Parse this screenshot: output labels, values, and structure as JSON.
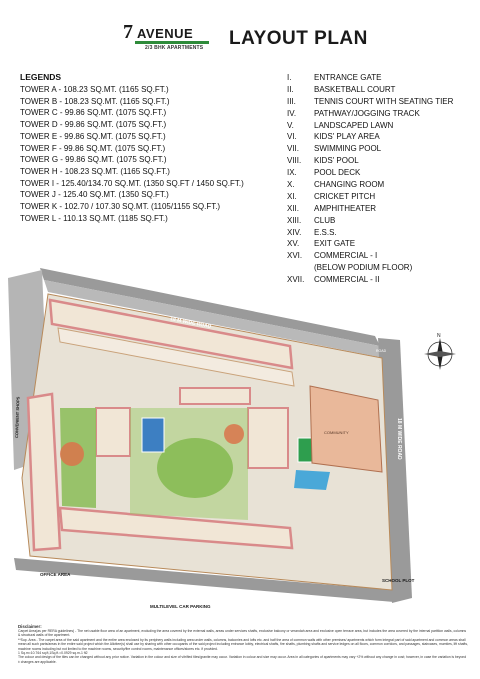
{
  "brand": {
    "mark": "7",
    "name": "AVENUE",
    "tagline": "2/3 BHK APARTMENTS"
  },
  "title": "LAYOUT PLAN",
  "legends": {
    "heading": "LEGENDS",
    "towers": [
      "TOWER A - 108.23 SQ.MT. (1165 SQ.FT.)",
      "TOWER B - 108.23 SQ.MT. (1165 SQ.FT.)",
      "TOWER C - 99.86 SQ.MT. (1075 SQ.FT.)",
      "TOWER D - 99.86 SQ.MT. (1075 SQ.FT.)",
      "TOWER E - 99.86 SQ.MT. (1075 SQ.FT.)",
      "TOWER F - 99.86 SQ.MT. (1075 SQ.FT.)",
      "TOWER G - 99.86 SQ.MT. (1075 SQ.FT.)",
      "TOWER H - 108.23 SQ.MT. (1165 SQ.FT.)",
      "TOWER I - 125.40/134.70 SQ.MT. (1350 SQ.FT / 1450 SQ.FT.)",
      "TOWER J - 125.40 SQ.MT. (1350 SQ.FT.)",
      "TOWER K - 102.70 / 107.30 SQ.MT. (1105/1155 SQ.FT.)",
      "TOWER L - 110.13 SQ.MT. (1185 SQ.FT.)"
    ]
  },
  "amenities": [
    {
      "num": "I.",
      "label": "ENTRANCE GATE"
    },
    {
      "num": "II.",
      "label": "BASKETBALL COURT"
    },
    {
      "num": "III.",
      "label": "TENNIS COURT WITH SEATING TIER"
    },
    {
      "num": "IV.",
      "label": "PATHWAY/JOGGING TRACK"
    },
    {
      "num": "V.",
      "label": "LANDSCAPED LAWN"
    },
    {
      "num": "VI.",
      "label": "KIDS' PLAY AREA"
    },
    {
      "num": "VII.",
      "label": "SWIMMING POOL"
    },
    {
      "num": "VIII.",
      "label": "KIDS' POOL"
    },
    {
      "num": "IX.",
      "label": "POOL DECK"
    },
    {
      "num": "X.",
      "label": "CHANGING ROOM"
    },
    {
      "num": "XI.",
      "label": "CRICKET PITCH"
    },
    {
      "num": "XII.",
      "label": "AMPHITHEATER"
    },
    {
      "num": "XIII.",
      "label": "CLUB"
    },
    {
      "num": "XIV.",
      "label": "E.S.S."
    },
    {
      "num": "XV.",
      "label": "EXIT GATE"
    },
    {
      "num": "XVI.",
      "label": "COMMERCIAL - I"
    },
    {
      "num": "",
      "label": "(BELOW PODIUM FLOOR)"
    },
    {
      "num": "XVII.",
      "label": "COMMERCIAL - II"
    }
  ],
  "plan": {
    "road_top": "18 M WIDE ROAD",
    "road_right": "18 M WIDE ROAD",
    "road_corner": "ROAD",
    "shops": "CONVENIENT SHOPS",
    "office": "OFFICE AREA",
    "parking": "MULTILEVEL CAR PARKING",
    "school": "SCHOOL PLOT",
    "community": "COMMUNITY",
    "compass": "N"
  },
  "disclaimer": {
    "heading": "Disclaimer:",
    "lines": [
      "Carpet Area(as per RERA guidelines) - The net usable floor area of an apartment, excluding the area covered by the external walls, areas under services shafts, exclusive balcony or verandah area and exclusive open terrace area, but includes the area covered by the internal partition walls, columns & structural walls of the apartment.",
      "**Sup. Area - The carpet area of the said apartment and the entire area enclosed by its periphery walls including area under walls, columns, balconies and lofts etc. and half the area of common walls with other premises/ apartments which form integral part of said apartment and common areas shall mean all such parts/areas in the entire said project which the Allottee(s) shall use by sharing with other occupants of the said project including entrance lobby, electrical shafts, fire shafts, plumbing shafts and service ledges on all floors, common corridors, and passages, staircases, mumties, lift shafts, machine rooms including but not limited to the machine rooms, security/fire control rooms, maintenance offices/stores etc. if provided.",
      "1 Sq.m=10.764 sq.ft,1Sq.ft.=0.0929 sq.m-1 ft2",
      "The colour and design of the tiles can be changed without any prior notice. Variation in the colour and size of vitrified tiles/granite may occur. Variation in colour and size may occur. Area in all categories of apartments may vary +2% without any change in cost; however, in case the variation is beyond ± changes are applicable."
    ]
  },
  "colors": {
    "accent_green": "#2e8b3a",
    "road": "#9a9a9a",
    "lawn": "#7fb34d",
    "tower_roof": "#f1e6d6",
    "shadow_pink": "#d98a8a",
    "court_blue": "#3d7fc2",
    "pool": "#4aa8d8",
    "community": "#e9b89a"
  }
}
